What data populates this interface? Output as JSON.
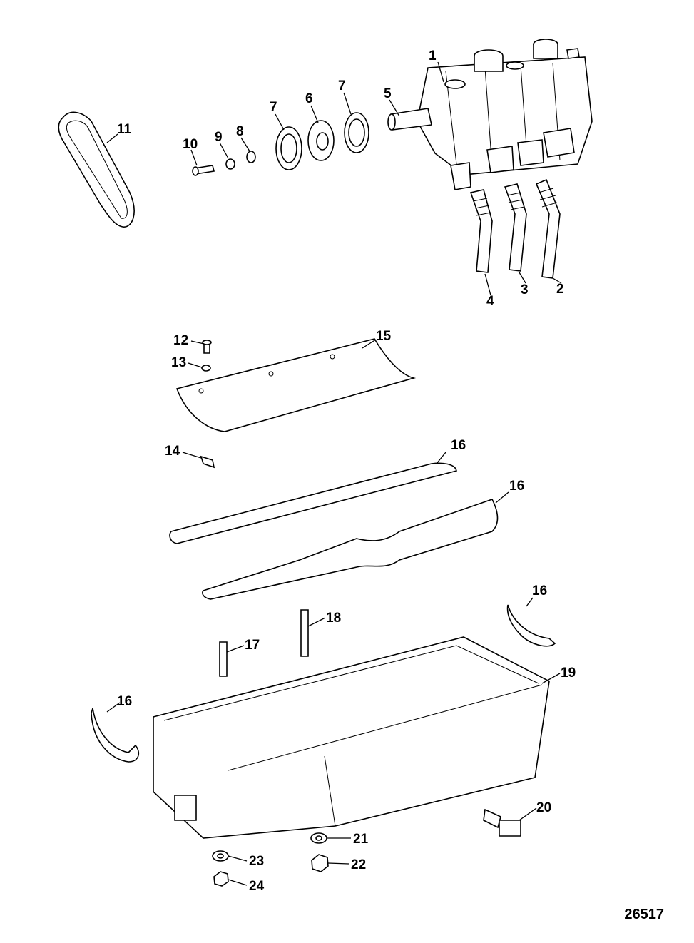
{
  "figure_number": "26517",
  "callouts": {
    "c1": "1",
    "c2": "2",
    "c3": "3",
    "c4": "4",
    "c5": "5",
    "c6": "6",
    "c7a": "7",
    "c7b": "7",
    "c8": "8",
    "c9": "9",
    "c10": "10",
    "c11": "11",
    "c12": "12",
    "c13": "13",
    "c14": "14",
    "c15": "15",
    "c16a": "16",
    "c16b": "16",
    "c16c": "16",
    "c16d": "16",
    "c17": "17",
    "c18": "18",
    "c19": "19",
    "c20": "20",
    "c21": "21",
    "c22": "22",
    "c23": "23",
    "c24": "24"
  }
}
